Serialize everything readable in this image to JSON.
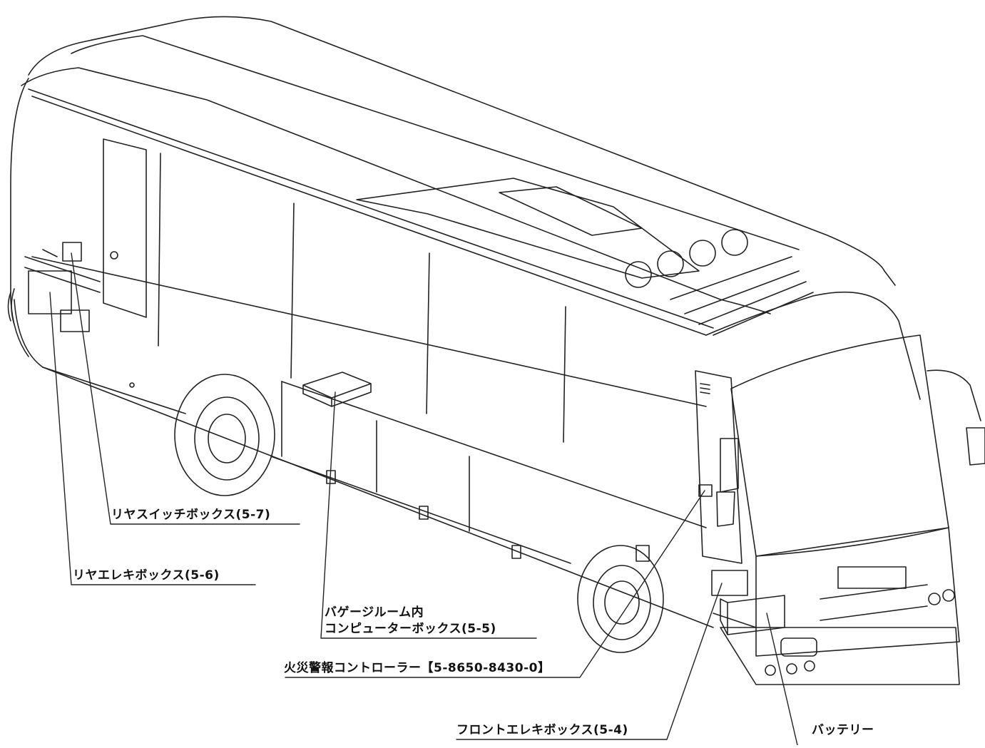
{
  "diagram": {
    "labels": {
      "rear_switch_box": "リヤスイッチボックス(5-7)",
      "rear_elec_box": "リヤエレキボックス(5-6)",
      "baggage_computer_box_line1": "バゲージルーム内",
      "baggage_computer_box_line2": "コンピューターボックス(5-5)",
      "fire_alarm_controller": "火災警報コントローラー【5-8650-8430-0】",
      "front_elec_box": "フロントエレキボックス(5-4)",
      "battery": "バッテリー"
    }
  }
}
